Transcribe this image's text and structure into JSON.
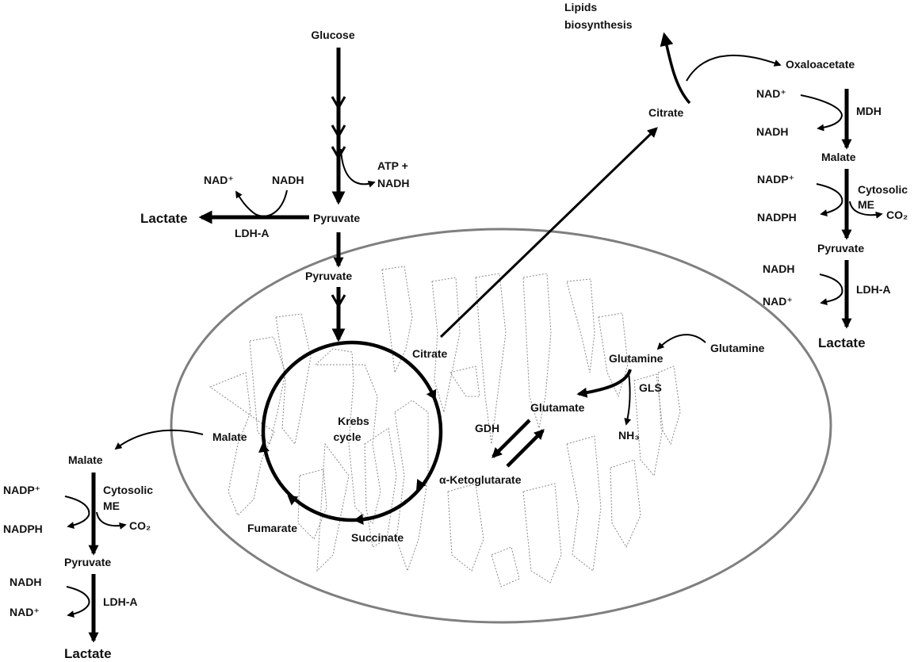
{
  "colors": {
    "ink": "#000000",
    "membrane": "#7f7f7f",
    "cristae": "#8a8a8a",
    "background": "#ffffff"
  },
  "labels": {
    "glucose": "Glucose",
    "atp_nadh_1": "ATP +",
    "atp_nadh_2": "NADH",
    "nad_plus": "NAD⁺",
    "nadh": "NADH",
    "lactate": "Lactate",
    "ldh_a": "LDH-A",
    "pyruvate": "Pyruvate",
    "krebs_1": "Krebs",
    "krebs_2": "cycle",
    "citrate": "Citrate",
    "malate": "Malate",
    "fumarate": "Fumarate",
    "succinate": "Succinate",
    "alpha_kg": "α-Ketoglutarate",
    "glutamate": "Glutamate",
    "glutamine": "Glutamine",
    "gls": "GLS",
    "gdh": "GDH",
    "nh3": "NH₃",
    "lipids_1": "Lipids",
    "lipids_2": "biosynthesis",
    "oxaloacetate": "Oxaloacetate",
    "mdh": "MDH",
    "nadp_plus": "NADP⁺",
    "nadph": "NADPH",
    "cytosolic": "Cytosolic",
    "me": "ME",
    "co2": "CO₂"
  }
}
